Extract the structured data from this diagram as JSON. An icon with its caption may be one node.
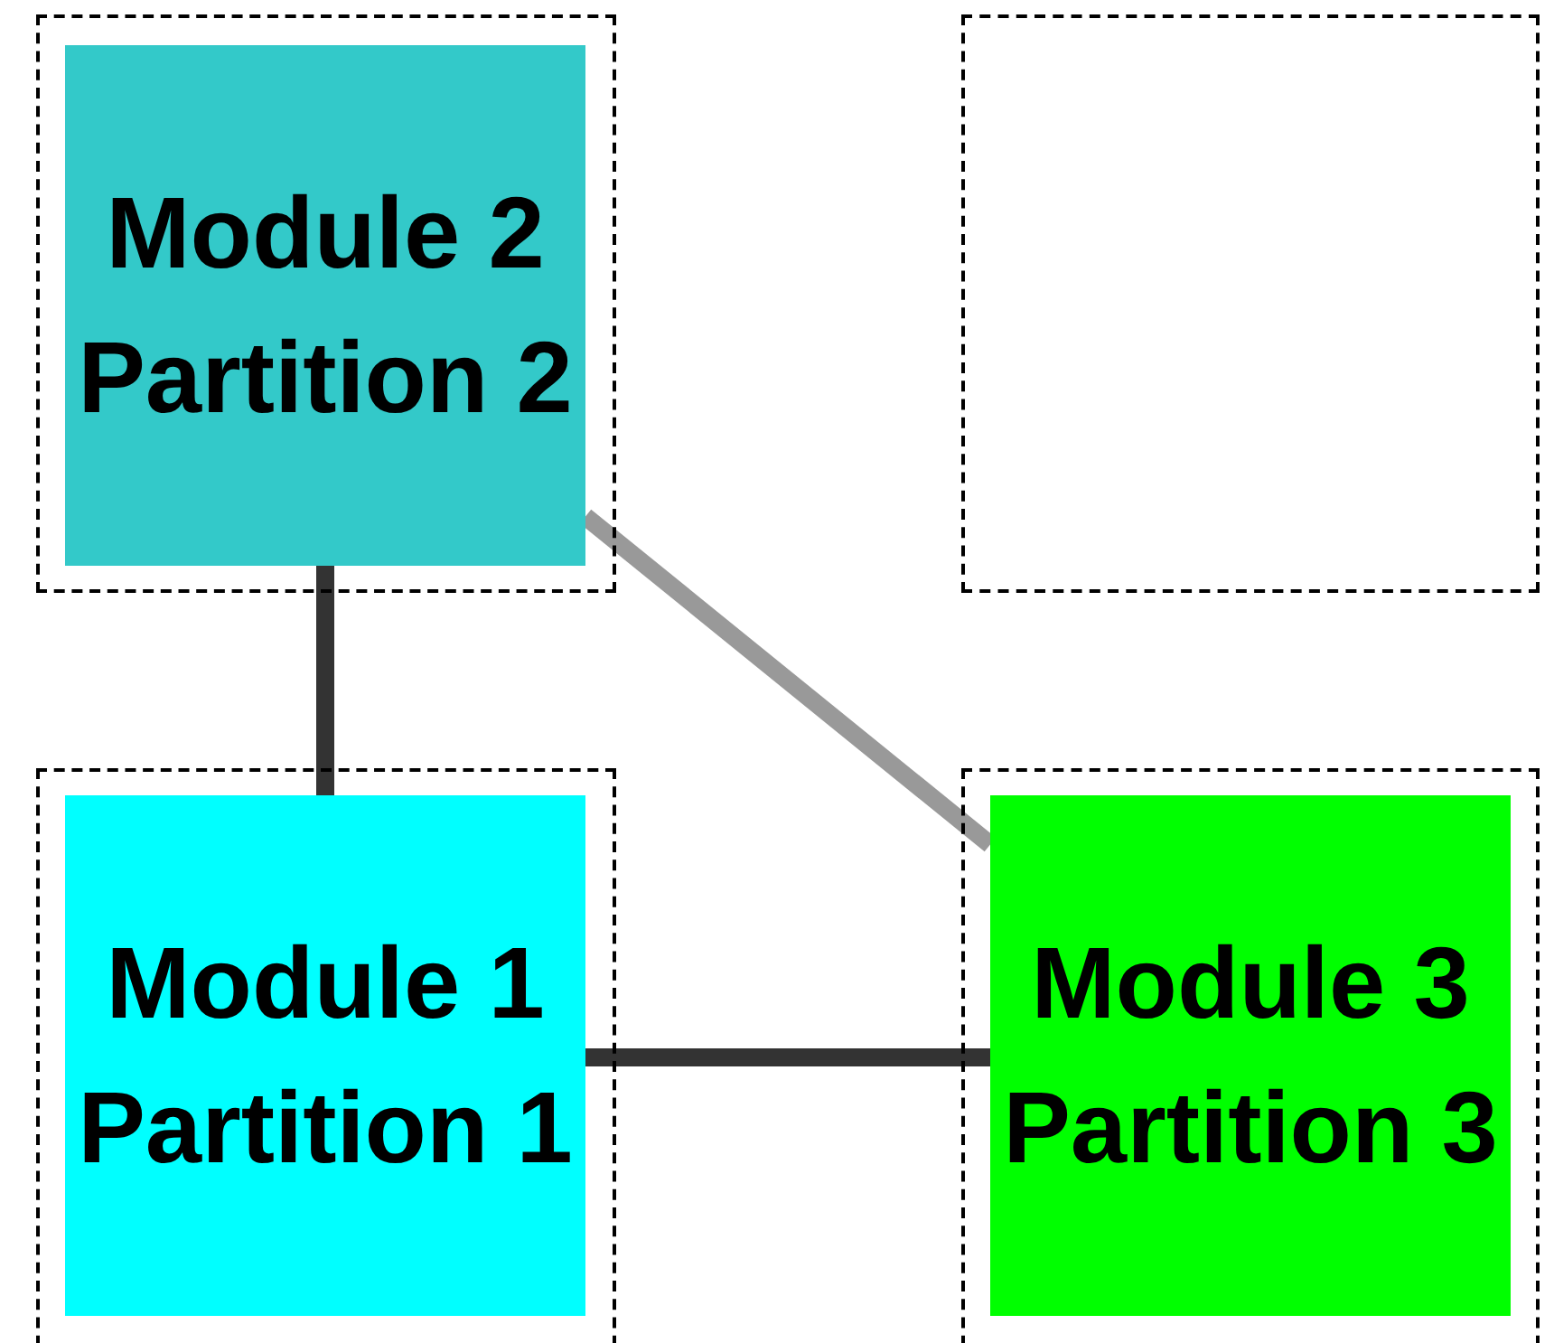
{
  "diagram": {
    "nodes": [
      {
        "text": [],
        "shape": "box"
      },
      {
        "text": [
          "Module 2 Partition 2"
        ],
        "in": 0
      },
      {
        "text": [],
        "shape": "box"
      },
      {
        "text": [],
        "shape": "box"
      },
      {
        "text": [
          "Module 1 Partition 1"
        ],
        "in": 3
      },
      {
        "text": [],
        "shape": "box"
      },
      {
        "text": [
          "Module 3 Partition 3"
        ],
        "in": 5
      }
    ],
    "edges": [
      {
        "from": 1,
        "to": 4,
        "arrow": "none"
      },
      {
        "from": 1,
        "to": 6,
        "arrow": "none",
        "color": "#999999"
      },
      {
        "from": 4,
        "to": 6,
        "arrow": "none"
      }
    ]
  }
}
